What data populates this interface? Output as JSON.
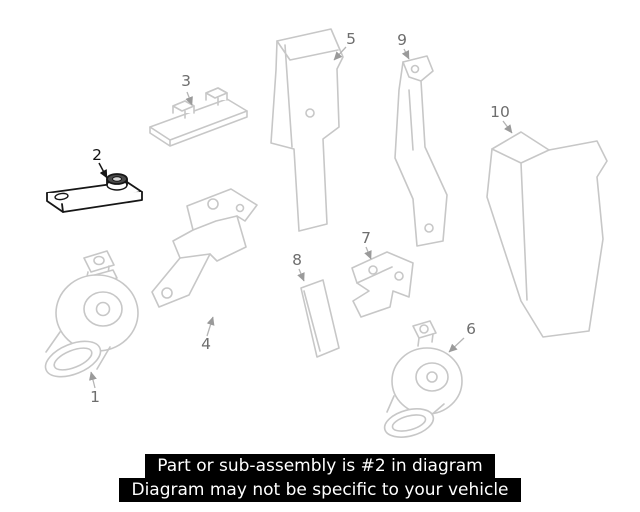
{
  "diagram": {
    "callouts": [
      "1",
      "2",
      "3",
      "4",
      "5",
      "6",
      "7",
      "8",
      "9",
      "10"
    ],
    "highlighted_callout": "2"
  },
  "banner": {
    "line1": "Part or sub-assembly is #2 in diagram",
    "line2": "Diagram may not be specific to your vehicle"
  },
  "colors": {
    "background": "#ffffff",
    "part_line_gray": "#c7c7c7",
    "highlight_line": "#161616",
    "callout_text_gray": "#6e6e6e",
    "callout_text_highlight": "#111111",
    "leader_line": "#b5b5b5",
    "banner_background": "#000000",
    "banner_text": "#ffffff"
  }
}
